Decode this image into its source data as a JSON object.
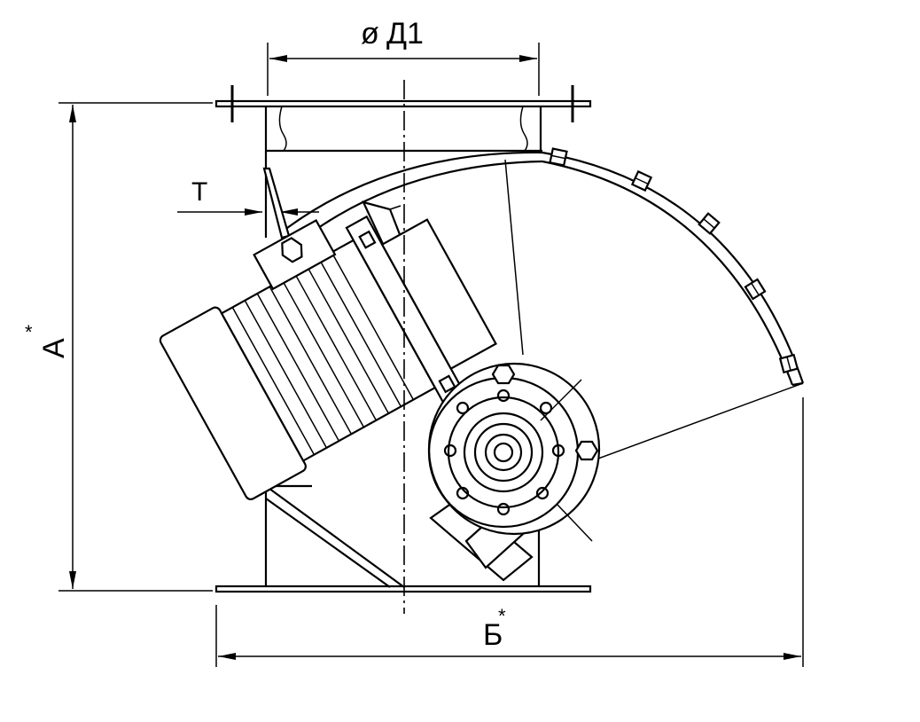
{
  "dimensions": {
    "diameter_symbol": "ø",
    "diameter_label": "Д1",
    "height_label": "А",
    "height_mark": "*",
    "width_label": "Б",
    "width_mark": "*",
    "thickness_label": "Т"
  }
}
